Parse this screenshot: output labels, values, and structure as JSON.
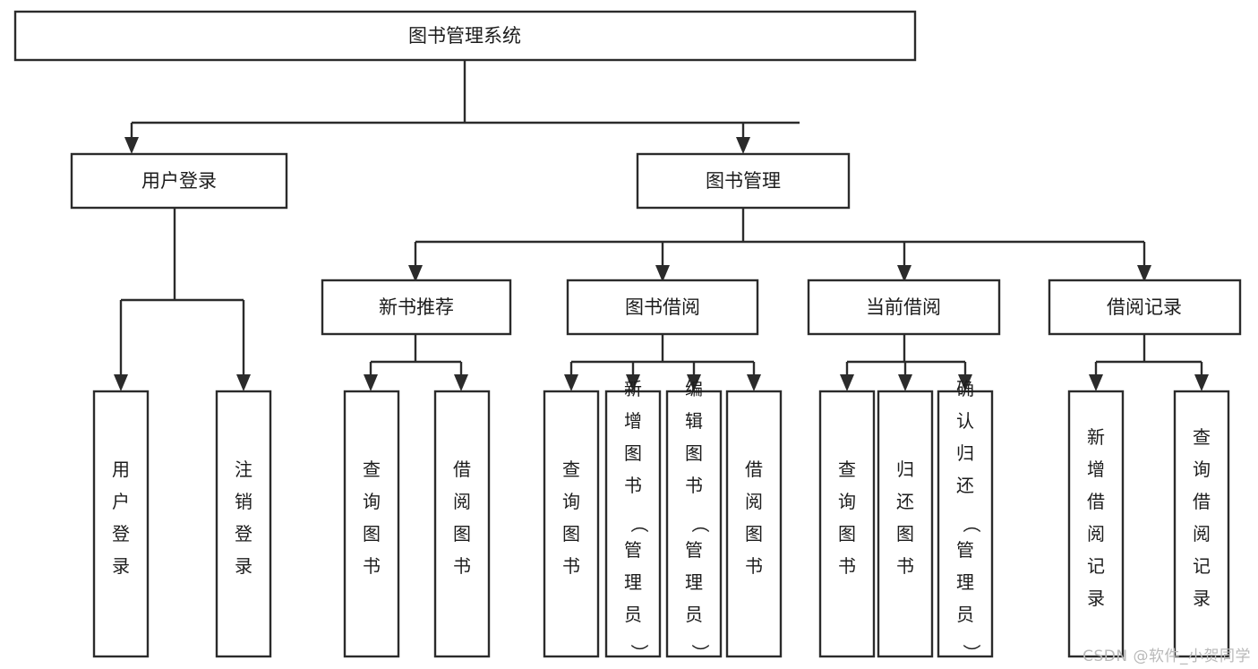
{
  "diagram": {
    "type": "tree-hierarchy-chart",
    "title": "图书管理系统",
    "orientation": "top-down",
    "colors": {
      "box_fill": "#ffffff",
      "box_stroke": "#2b2b2b",
      "text": "#1c1c1c",
      "background": "#ffffff",
      "watermark": "#b9b9b9"
    },
    "root": {
      "label": "图书管理系统"
    },
    "level1": [
      {
        "label": "用户登录"
      },
      {
        "label": "图书管理"
      }
    ],
    "level2": [
      {
        "label": "新书推荐",
        "parent": "图书管理"
      },
      {
        "label": "图书借阅",
        "parent": "图书管理"
      },
      {
        "label": "当前借阅",
        "parent": "图书管理"
      },
      {
        "label": "借阅记录",
        "parent": "图书管理"
      }
    ],
    "leaves": {
      "user_login": [
        {
          "label": "用户登录"
        },
        {
          "label": "注销登录"
        }
      ],
      "new_book_recommend": [
        {
          "label": "查询图书"
        },
        {
          "label": "借阅图书"
        }
      ],
      "book_borrow": [
        {
          "label": "查询图书"
        },
        {
          "label": "新增图书（管理员）"
        },
        {
          "label": "编辑图书（管理员）"
        },
        {
          "label": "借阅图书"
        }
      ],
      "current_borrow": [
        {
          "label": "查询图书"
        },
        {
          "label": "归还图书"
        },
        {
          "label": "确认归还（管理员）"
        }
      ],
      "borrow_record": [
        {
          "label": "新增借阅记录"
        },
        {
          "label": "查询借阅记录"
        }
      ]
    }
  },
  "watermark": {
    "text": "CSDN @软件_小贺同学"
  }
}
